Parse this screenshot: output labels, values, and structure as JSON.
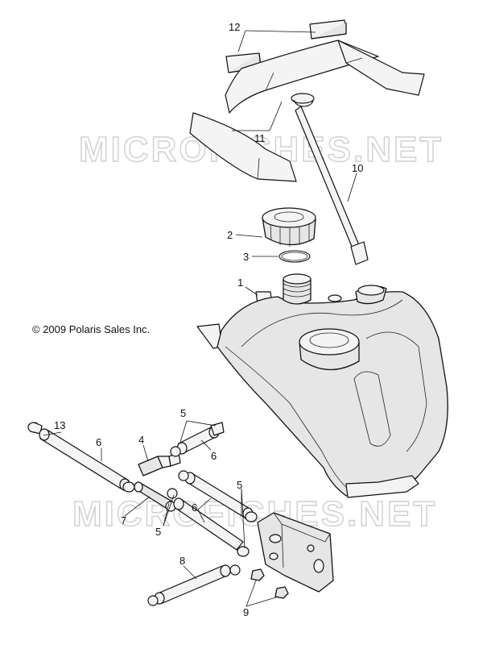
{
  "copyright": "© 2009 Polaris Sales Inc.",
  "watermark": "MICROFICHES.NET",
  "callouts": {
    "c1": "1",
    "c2": "2",
    "c3": "3",
    "c4": "4",
    "c5a": "5",
    "c5b": "5",
    "c5c": "5",
    "c6a": "6",
    "c6b": "6",
    "c6c": "6",
    "c7": "7",
    "c8": "8",
    "c9": "9",
    "c10": "10",
    "c11": "11",
    "c12": "12",
    "c13": "13"
  }
}
